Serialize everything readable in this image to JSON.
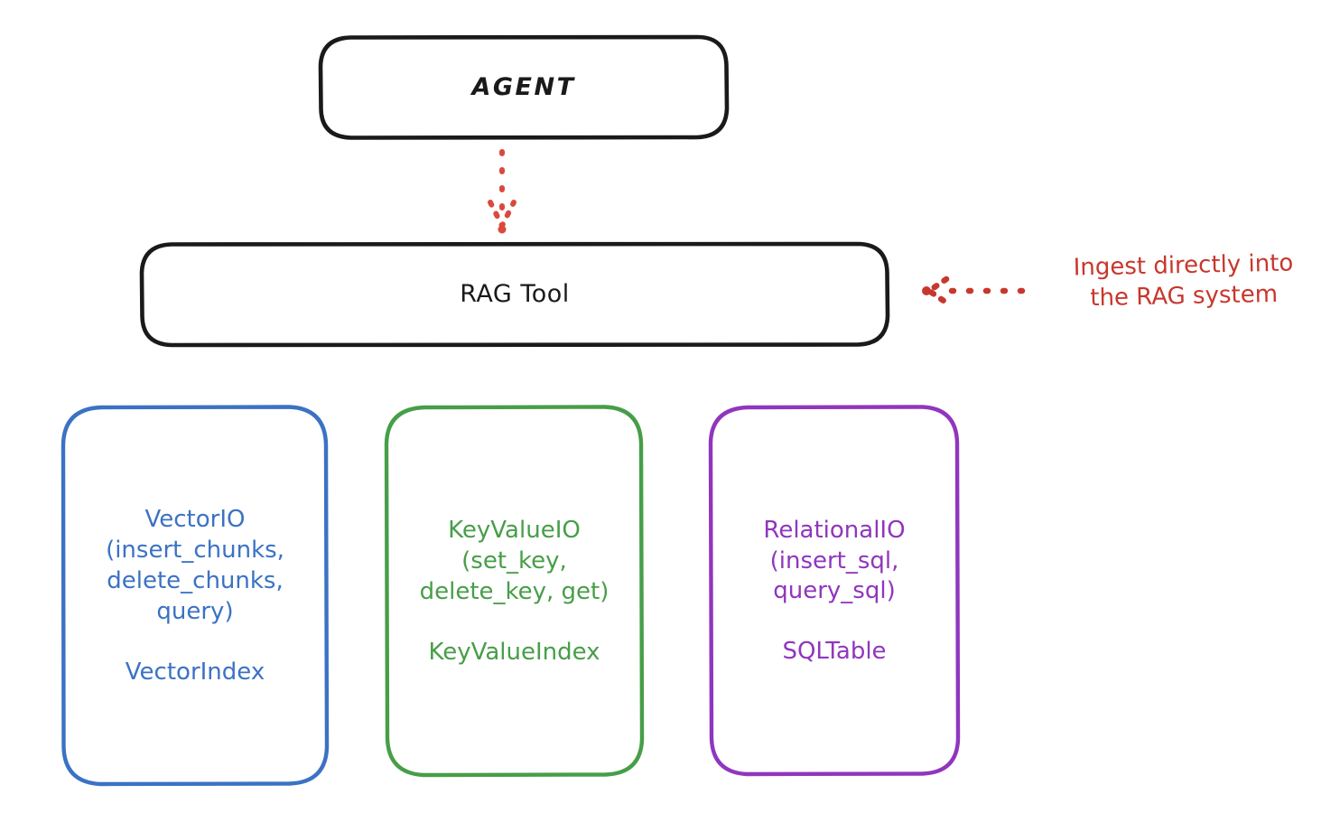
{
  "diagram": {
    "title": "RAG Tool storage abstraction diagram",
    "background": "#ffffff",
    "nodes": {
      "agent": {
        "label": "AGENT",
        "color": "#1a1a1a",
        "shape": "rounded-rectangle"
      },
      "rag_tool": {
        "label": "RAG Tool",
        "color": "#1a1a1a",
        "shape": "rounded-rectangle"
      },
      "vector_io": {
        "label": "VectorIO\n(insert_chunks,\ndelete_chunks,\nquery)",
        "sub_label": "VectorIndex",
        "color": "#3B72C4",
        "shape": "rounded-rectangle"
      },
      "key_value_io": {
        "label": "KeyValueIO\n(set_key,\ndelete_key, get)",
        "sub_label": "KeyValueIndex",
        "color": "#479E48",
        "shape": "rounded-rectangle"
      },
      "relational_io": {
        "label": "RelationalIO\n(insert_sql,\nquery_sql)",
        "sub_label": "SQLTable",
        "color": "#9036BE",
        "shape": "rounded-rectangle"
      }
    },
    "annotations": {
      "ingest": {
        "text": "Ingest directly into\nthe RAG system",
        "color": "#C8372D"
      }
    },
    "edges": [
      {
        "name": "agent-to-rag-tool",
        "from": "agent",
        "to": "rag_tool",
        "style": "dotted",
        "color": "#D94A3D",
        "arrow": "down"
      },
      {
        "name": "ingest-to-rag-tool",
        "from": "ingest_annotation",
        "to": "rag_tool",
        "style": "dotted",
        "color": "#C8372D",
        "arrow": "left"
      }
    ]
  }
}
